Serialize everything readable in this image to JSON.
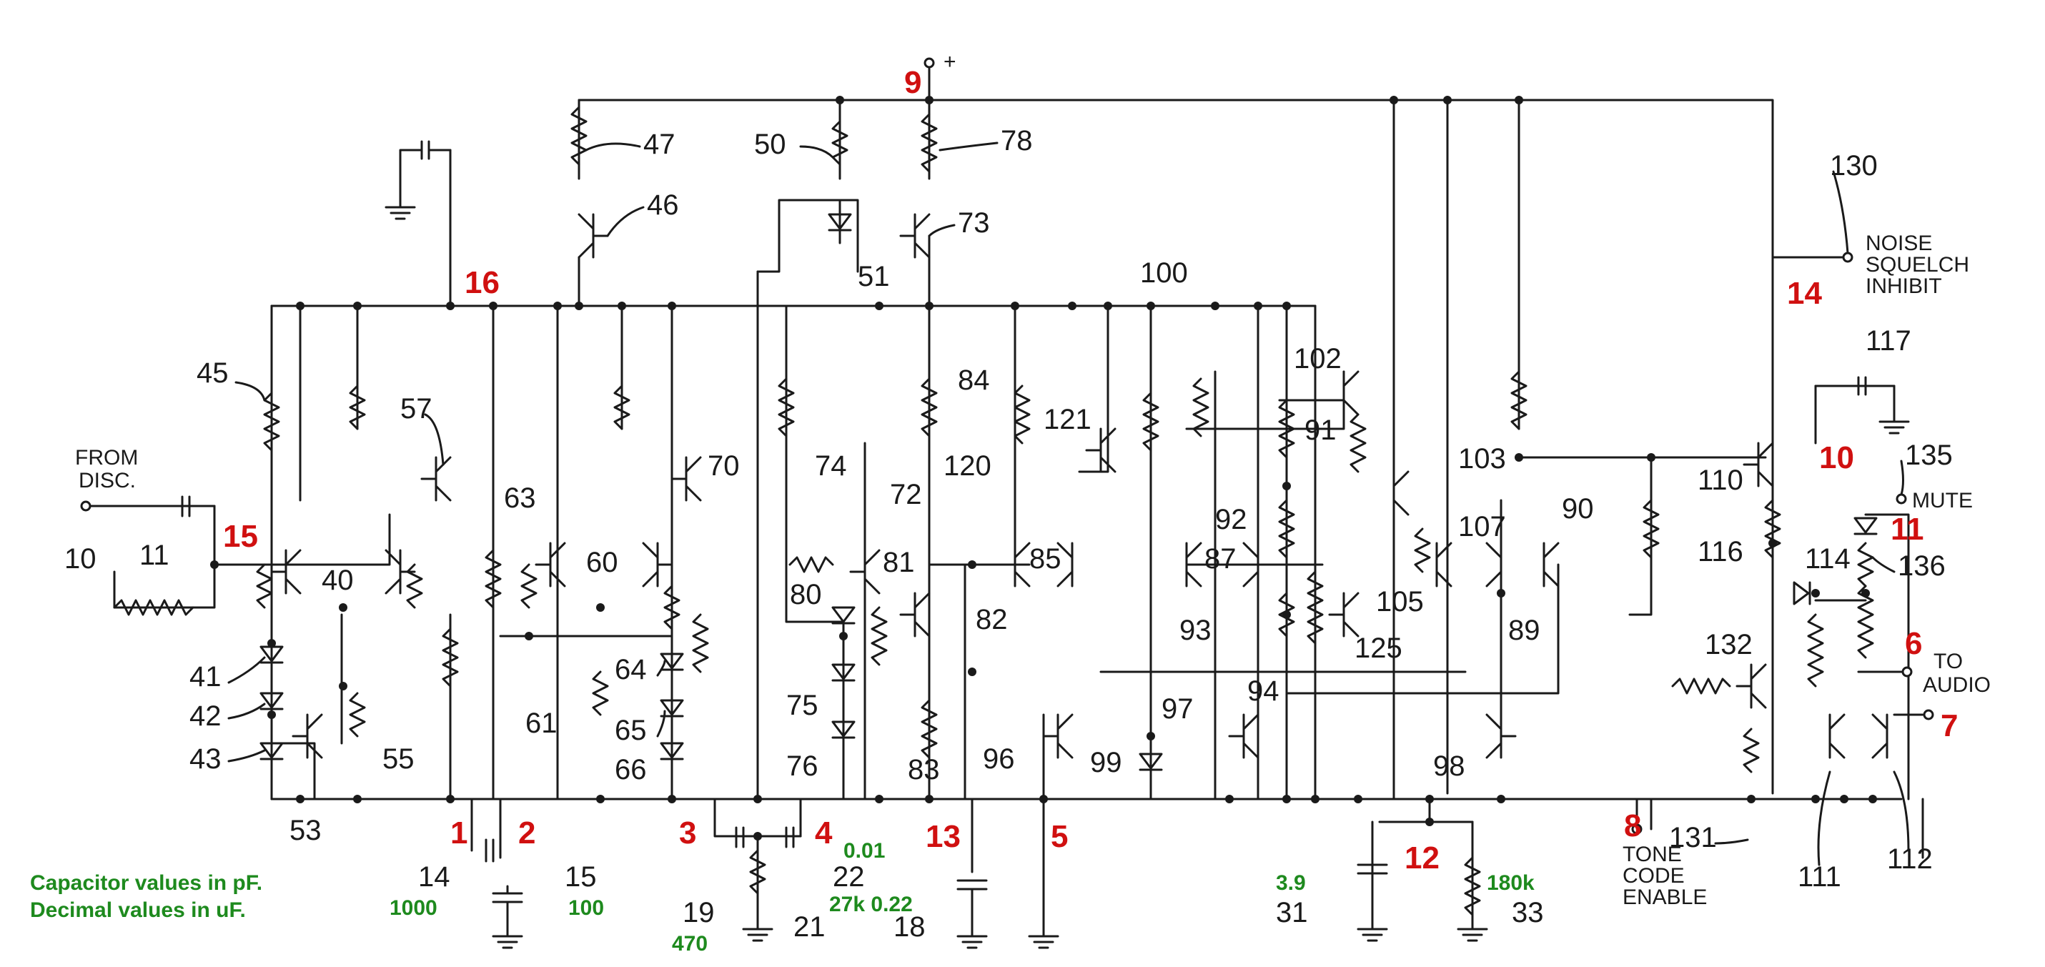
{
  "colors": {
    "ink": "#1a1a1a",
    "pin": "#d01010",
    "value": "#1e8a1e"
  },
  "labels": {
    "from_disc_1": "FROM",
    "from_disc_2": "DISC.",
    "noise_1": "NOISE",
    "noise_2": "SQUELCH",
    "noise_3": "INHIBIT",
    "mute": "MUTE",
    "to_audio_1": "TO",
    "to_audio_2": "AUDIO",
    "tone_1": "TONE",
    "tone_2": "CODE",
    "tone_3": "ENABLE",
    "supply": "+"
  },
  "pins": [
    "9",
    "16",
    "15",
    "14",
    "10",
    "11",
    "6",
    "7",
    "8",
    "12",
    "13",
    "5",
    "4",
    "3",
    "2",
    "1"
  ],
  "values": {
    "c14": "1000",
    "c15": "100",
    "c19": "470",
    "c22": "0.01",
    "r21_c18": "27k 0.22",
    "c31": "3.9",
    "r33": "180k"
  },
  "refs": {
    "r10": "10",
    "r11": "11",
    "r14": "14",
    "r15": "15",
    "r18": "18",
    "r19": "19",
    "r21": "21",
    "r22": "22",
    "r31": "31",
    "r33": "33",
    "r40": "40",
    "r41": "41",
    "r42": "42",
    "r43": "43",
    "r45": "45",
    "r46": "46",
    "r47": "47",
    "r50": "50",
    "r51": "51",
    "r53": "53",
    "r55": "55",
    "r57": "57",
    "r60": "60",
    "r61": "61",
    "r63": "63",
    "r64": "64",
    "r65": "65",
    "r66": "66",
    "r70": "70",
    "r72": "72",
    "r73": "73",
    "r74": "74",
    "r75": "75",
    "r76": "76",
    "r78": "78",
    "r80": "80",
    "r81": "81",
    "r82": "82",
    "r83": "83",
    "r84": "84",
    "r85": "85",
    "r87": "87",
    "r89": "89",
    "r90": "90",
    "r91": "91",
    "r92": "92",
    "r93": "93",
    "r94": "94",
    "r96": "96",
    "r97": "97",
    "r98": "98",
    "r99": "99",
    "r100": "100",
    "r102": "102",
    "r103": "103",
    "r105": "105",
    "r107": "107",
    "r110": "110",
    "r111": "111",
    "r112": "112",
    "r114": "114",
    "r116": "116",
    "r117": "117",
    "r120": "120",
    "r121": "121",
    "r125": "125",
    "r130": "130",
    "r131": "131",
    "r132": "132",
    "r135": "135",
    "r136": "136"
  },
  "notes": {
    "line1": "Capacitor values in pF.",
    "line2": "Decimal values in uF."
  }
}
